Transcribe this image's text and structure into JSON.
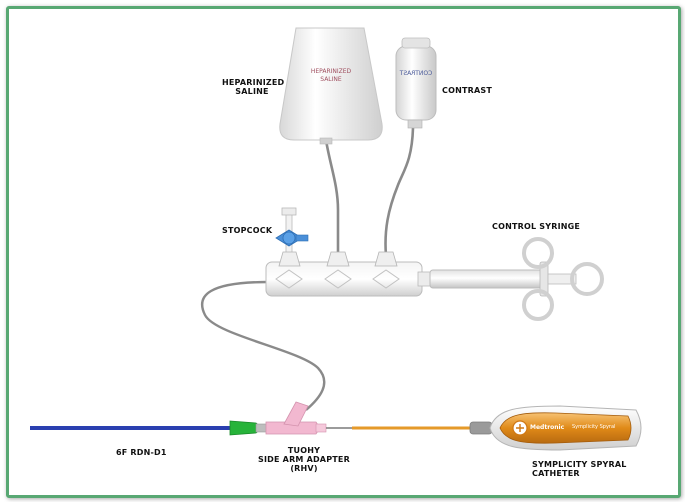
{
  "labels": {
    "heparinized_saline": [
      "HEPARINIZED",
      "SALINE"
    ],
    "contrast": "CONTRAST",
    "stopcock": "STOPCOCK",
    "control_syringe": "CONTROL SYRINGE",
    "guide_catheter": "6F RDN-D1",
    "tuohy": [
      "TUOHY",
      "SIDE ARM ADAPTER",
      "(RHV)"
    ],
    "symplicity": [
      "SYMPLICITY SPYRAL",
      "CATHETER"
    ]
  },
  "bag_text": [
    "HEPARINIZED",
    "SALINE"
  ],
  "bottle_text": "CONTRAST",
  "handle_text": {
    "brand": "Medtronic",
    "product": "Symplicity Spyral"
  },
  "colors": {
    "frame": "#58a873",
    "tubing": "#7a7a7a",
    "guide_catheter": "#2a3fb0",
    "hub_green": "#27b33a",
    "rhv_pink": "#f2b8d0",
    "stopcock_blue": "#4a8fd8",
    "catheter_orange": "#e59a2a"
  }
}
